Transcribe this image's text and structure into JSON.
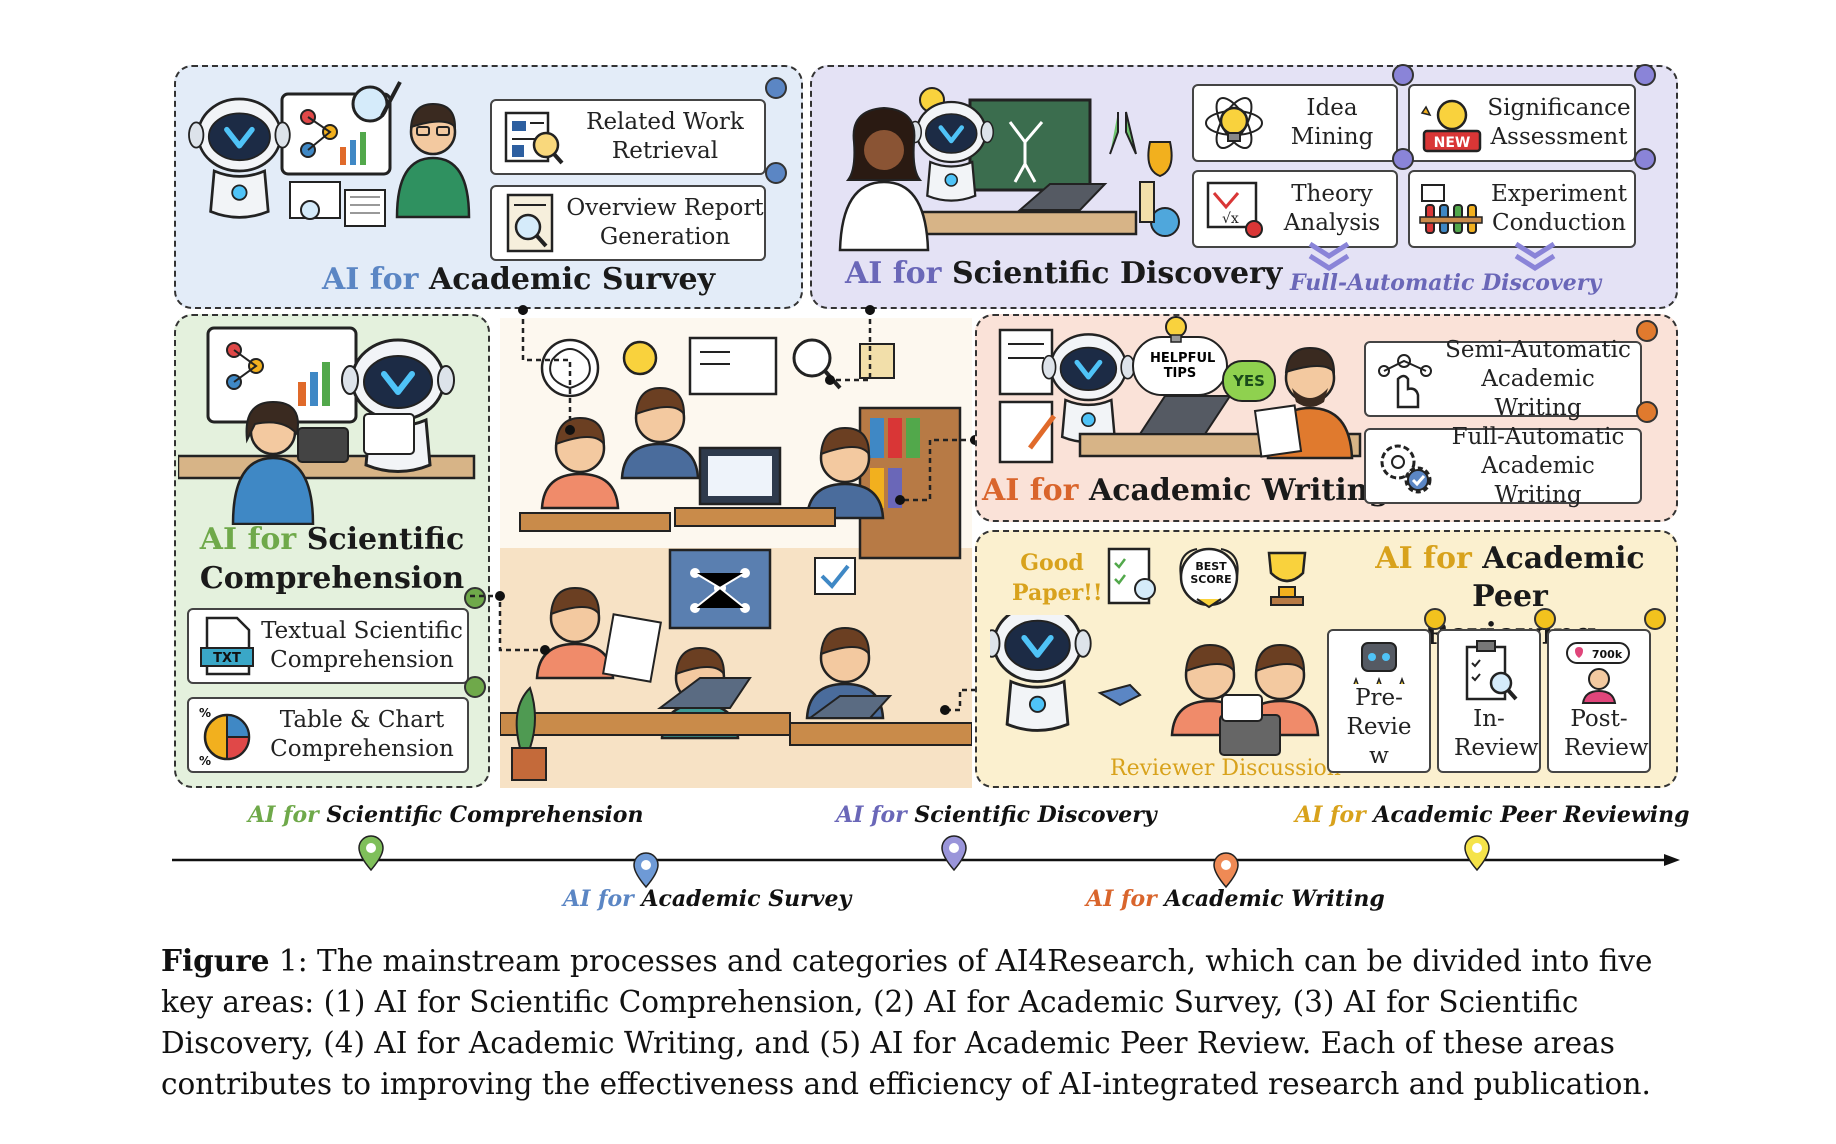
{
  "colors": {
    "comprehension": "#6fa94a",
    "survey": "#5b86c4",
    "discovery": "#6a67b8",
    "writing": "#d9652c",
    "review": "#d8b21c"
  },
  "panels": {
    "survey": {
      "title_prefix": "AI for",
      "title_main": "Academic Survey",
      "tasks": [
        {
          "label": "Related Work Retrieval",
          "icon": "document-search-icon"
        },
        {
          "label": "Overview Report Generation",
          "icon": "report-magnifier-icon"
        }
      ]
    },
    "discovery": {
      "title_prefix": "AI for",
      "title_main": "Scientific Discovery",
      "subtitle": "Full-Automatic Discovery",
      "tasks": [
        {
          "label": "Idea Mining",
          "icon": "lightbulb-atom-icon"
        },
        {
          "label": "Significance Assessment",
          "icon": "new-badge-icon"
        },
        {
          "label": "Theory Analysis",
          "icon": "formula-board-icon"
        },
        {
          "label": "Experiment Conduction",
          "icon": "test-tubes-icon"
        }
      ]
    },
    "comprehension": {
      "title_prefix": "AI for",
      "title_main_1": "Scientific",
      "title_main_2": "Comprehension",
      "tasks": [
        {
          "label": "Textual Scientific Comprehension",
          "icon": "txt-file-icon"
        },
        {
          "label": "Table & Chart Comprehension",
          "icon": "pie-chart-icon"
        }
      ]
    },
    "writing": {
      "title_prefix": "AI for",
      "title_main": "Academic Writing",
      "bubble_tips": "HELPFUL TIPS",
      "bubble_yes": "YES",
      "tasks": [
        {
          "label": "Semi-Automatic Academic Writing",
          "icon": "hand-network-icon"
        },
        {
          "label": "Full-Automatic Academic Writing",
          "icon": "gears-icon"
        }
      ]
    },
    "review": {
      "title_prefix": "AI for",
      "title_main_1": "Academic Peer",
      "title_main_2": "Reviewing",
      "good_paper": "Good Paper!!",
      "best_score": "BEST SCORE",
      "discussion": "Reviewer Discussion",
      "tasks": [
        {
          "label": "Pre-Review",
          "icon": "robot-stars-icon"
        },
        {
          "label": "In-Review",
          "icon": "clipboard-search-icon"
        },
        {
          "label": "Post-Review",
          "icon": "likes-700k-icon",
          "badge": "700k"
        }
      ]
    }
  },
  "timeline": {
    "top": [
      {
        "prefix": "AI for",
        "main": "Scientific Comprehension"
      },
      {
        "prefix": "AI for",
        "main": "Scientific Discovery"
      },
      {
        "prefix": "AI for",
        "main": "Academic Peer Reviewing"
      }
    ],
    "bottom": [
      {
        "prefix": "AI for",
        "main": "Academic Survey"
      },
      {
        "prefix": "AI for",
        "main": "Academic Writing"
      }
    ]
  },
  "caption": {
    "label": "Figure",
    "number": " 1:",
    "text": " The mainstream processes and categories of AI4Research, which can be divided into five key areas: (1) AI for Scientific Comprehension, (2) AI for Academic Survey, (3) AI for Scientific Discovery, (4) AI for Academic Writing, and (5) AI for Academic Peer Review. Each of these areas contributes to improving the effectiveness and efficiency of AI-integrated research and publication."
  }
}
